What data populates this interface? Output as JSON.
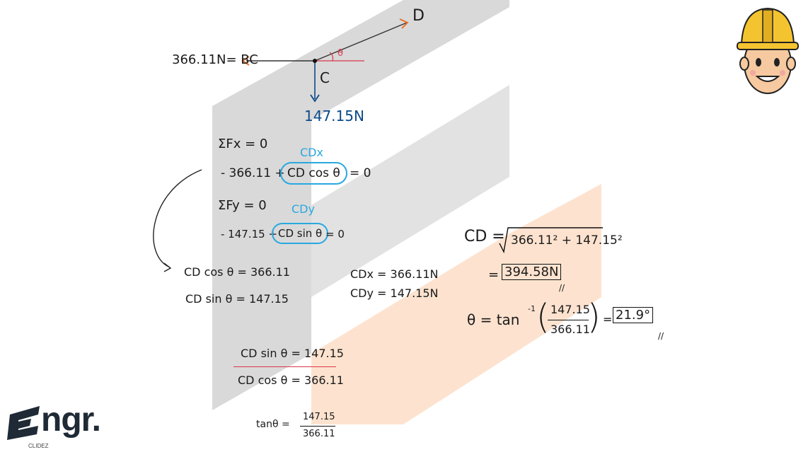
{
  "diagram": {
    "label_D": "D",
    "label_C": "C",
    "label_BC": "366.11N= BC",
    "angle": "θ",
    "force_down": "147.15N"
  },
  "equations": {
    "sum_fx": "ΣFx = 0",
    "cdx_label": "CDx",
    "fx_left": "- 366.11 +",
    "fx_circled": "CD cos θ",
    "fx_right": "= 0",
    "sum_fy": "ΣFy = 0",
    "cdy_label": "CDy",
    "fy_left": "- 147.15 +",
    "fy_circled": "CD sin θ",
    "fy_right": "= 0",
    "cd_cos": "CD cos θ = 366.11",
    "cd_sin": "CD sin θ = 147.15",
    "cdx_val": "CDx = 366.11N",
    "cdy_val": "CDy = 147.15N",
    "div_num": "CD sin θ = 147.15",
    "div_den": "CD cos θ = 366.11",
    "tan_lhs": "tanθ =",
    "tan_num": "147.15",
    "tan_den": "366.11"
  },
  "results": {
    "cd_lhs": "CD =",
    "cd_sqrt": "366.11² + 147.15²",
    "cd_eq": "=",
    "cd_value": "394.58N",
    "theta_lhs": "θ = tan",
    "theta_exp": "-1",
    "theta_num": "147.15",
    "theta_den": "366.11",
    "theta_eq": "=",
    "theta_value": "21.9°",
    "mark": "//"
  },
  "brand": {
    "logo_main": "ngr.",
    "logo_sub": "CLIDEZ"
  },
  "colors": {
    "watermark_gray": "#d6d6d6",
    "watermark_orange": "#fde3cf",
    "arrow_orange": "#e8742a",
    "ink_blue": "#0b4a8a",
    "circle_cyan": "#29a8e0"
  }
}
